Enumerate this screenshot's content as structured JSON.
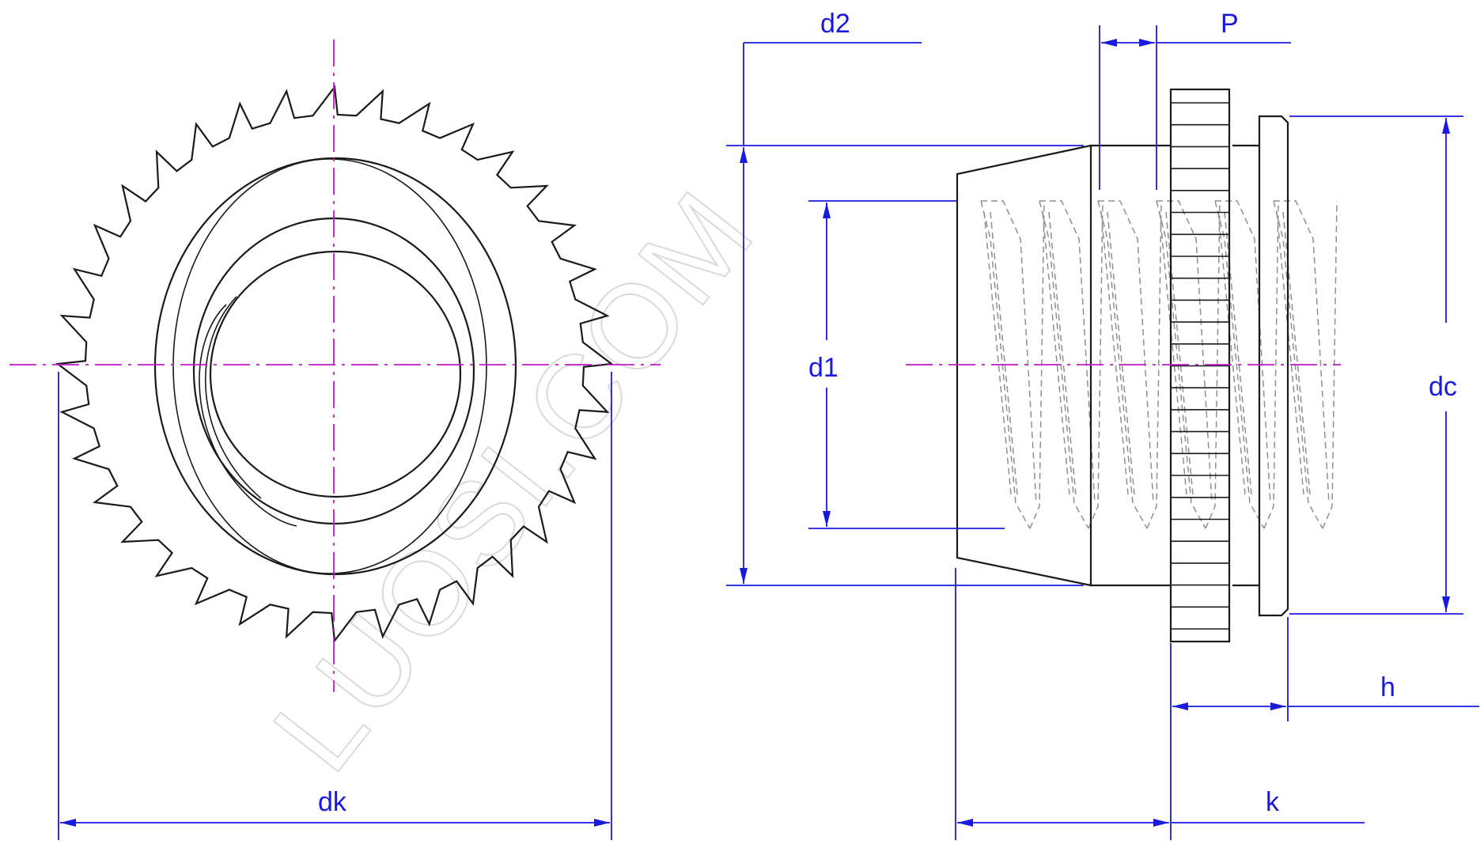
{
  "colors": {
    "outline": "#1a1a1a",
    "dimension": "#1a1adf",
    "centerline": "#c21ac2",
    "hidden_line": "#8f8f8f",
    "watermark": "#dadada",
    "background": "#ffffff"
  },
  "watermark": {
    "text": "LUOSI.COM"
  },
  "front_view": {
    "knurl_teeth": 36,
    "dims": {
      "dk": "dk"
    }
  },
  "side_view": {
    "thread_turns": 6,
    "knurl_ridges": 25,
    "dims": {
      "d2": "d2",
      "P": "P",
      "d1": "d1",
      "dc": "dc",
      "h": "h",
      "k": "k"
    }
  }
}
